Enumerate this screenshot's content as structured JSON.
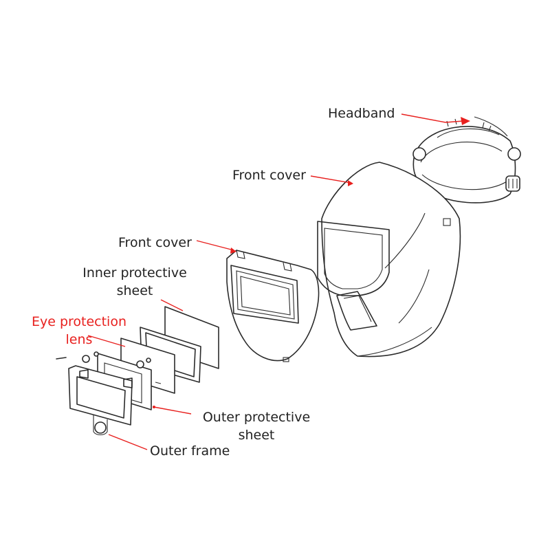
{
  "labels": {
    "headband": "Headband",
    "front_cover_helmet": "Front cover",
    "front_cover_cartridge": "Front cover",
    "inner_sheet_line1": "Inner protective",
    "inner_sheet_line2": "sheet",
    "eye_lens_line1": "Eye protection",
    "eye_lens_line2": "lens",
    "outer_sheet_line1": "Outer protective",
    "outer_sheet_line2": "sheet",
    "outer_frame": "Outer frame"
  },
  "colors": {
    "highlight_label": "#e8201e",
    "leader_lines": "#e8201e",
    "text": "#222222",
    "line_art": "#2a2a2a",
    "background": "#ffffff"
  }
}
